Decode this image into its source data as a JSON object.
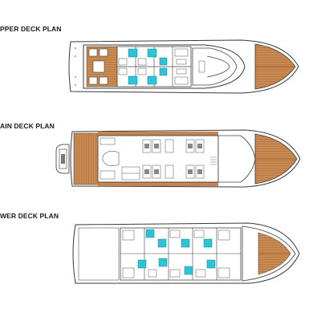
{
  "decks": [
    {
      "key": "upper",
      "title": "PPER DECK PLAN"
    },
    {
      "key": "main",
      "title": "AIN DECK PLAN"
    },
    {
      "key": "lower",
      "title": "WER DECK PLAN"
    }
  ],
  "colors": {
    "hull_line": "#3a3a3a",
    "wood": "#c98a52",
    "wood_dark": "#a8693a",
    "cabin_cyan": "#2ec4d6",
    "hull_fill": "#ffffff",
    "wall": "#555555"
  }
}
